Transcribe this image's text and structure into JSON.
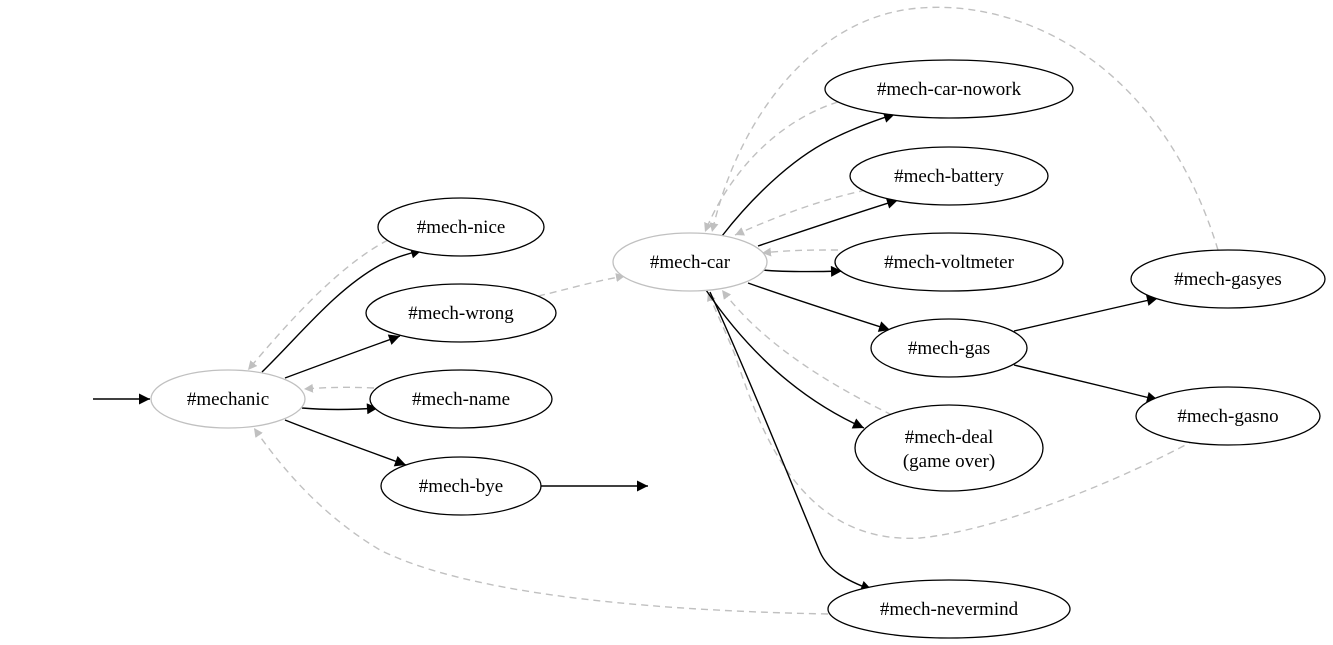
{
  "colors": {
    "forward_edge": "#000000",
    "back_edge": "#c0c0c0",
    "hub_outline": "#c0c0c0",
    "node_outline": "#000000"
  },
  "nodes": {
    "mechanic": "#mechanic",
    "mech_nice": "#mech-nice",
    "mech_wrong": "#mech-wrong",
    "mech_name": "#mech-name",
    "mech_bye": "#mech-bye",
    "mech_car": "#mech-car",
    "mech_car_nowork": "#mech-car-nowork",
    "mech_battery": "#mech-battery",
    "mech_voltmeter": "#mech-voltmeter",
    "mech_gas": "#mech-gas",
    "mech_deal_line1": "#mech-deal",
    "mech_deal_line2": "(game over)",
    "mech_nevermind": "#mech-nevermind",
    "mech_gasyes": "#mech-gasyes",
    "mech_gasno": "#mech-gasno"
  },
  "edges": {
    "forward": [
      [
        "start",
        "#mechanic"
      ],
      [
        "#mechanic",
        "#mech-nice"
      ],
      [
        "#mechanic",
        "#mech-wrong"
      ],
      [
        "#mechanic",
        "#mech-name"
      ],
      [
        "#mechanic",
        "#mech-bye"
      ],
      [
        "#mech-bye",
        "end"
      ],
      [
        "#mech-car",
        "#mech-car-nowork"
      ],
      [
        "#mech-car",
        "#mech-battery"
      ],
      [
        "#mech-car",
        "#mech-voltmeter"
      ],
      [
        "#mech-car",
        "#mech-gas"
      ],
      [
        "#mech-car",
        "#mech-deal"
      ],
      [
        "#mech-car",
        "#mech-nevermind"
      ],
      [
        "#mech-gas",
        "#mech-gasyes"
      ],
      [
        "#mech-gas",
        "#mech-gasno"
      ]
    ],
    "back": [
      [
        "#mech-nice",
        "#mechanic"
      ],
      [
        "#mech-name",
        "#mechanic"
      ],
      [
        "#mech-nevermind",
        "#mechanic"
      ],
      [
        "#mech-wrong",
        "#mech-car"
      ],
      [
        "#mech-car-nowork",
        "#mech-car"
      ],
      [
        "#mech-battery",
        "#mech-car"
      ],
      [
        "#mech-voltmeter",
        "#mech-car"
      ],
      [
        "#mech-deal",
        "#mech-car"
      ],
      [
        "#mech-gasyes",
        "#mech-car"
      ],
      [
        "#mech-gasno",
        "#mech-car"
      ]
    ]
  }
}
